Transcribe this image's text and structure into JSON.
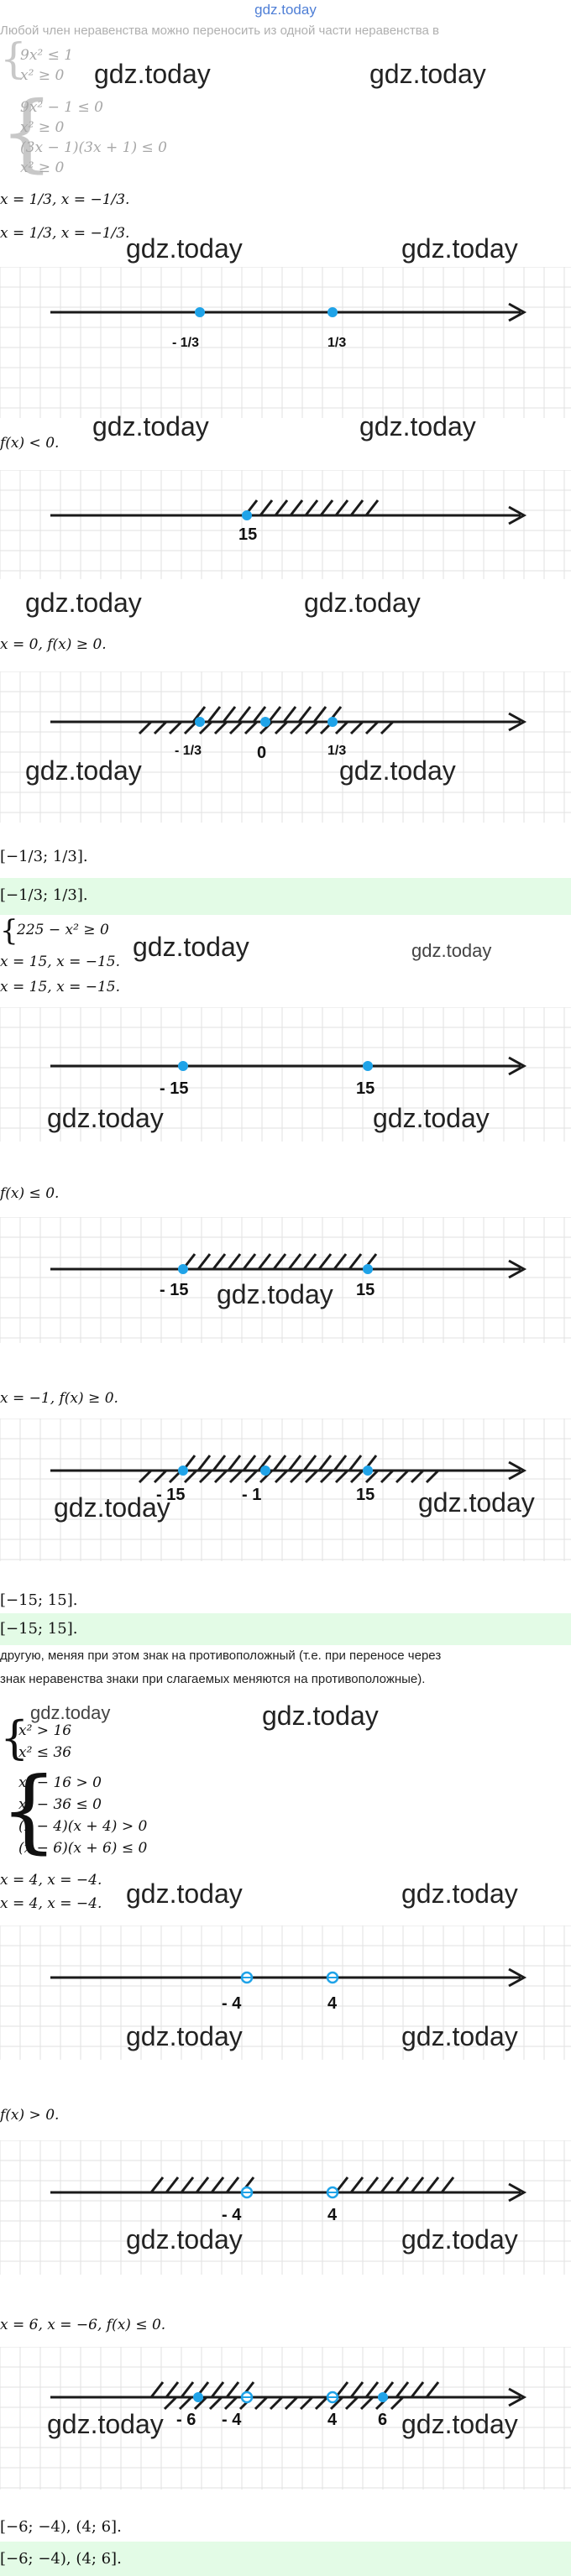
{
  "site": {
    "title": "gdz.today"
  },
  "watermark": "gdz.today",
  "colors": {
    "axis": "#1a1a1a",
    "point": "#1fa3e8",
    "grid": "#e2e2e2",
    "answer_bg": "#e3fbe6"
  },
  "rule_text_1": "Любой член неравенства можно переносить из одной части неравенства в",
  "part1": {
    "system_a": [
      "9x² ≤ 1",
      "x² ≥ 0"
    ],
    "system_b": [
      "9x² − 1 ≤ 0",
      "x² ≥ 0",
      "(3x − 1)(3x + 1) ≤ 0",
      "x² ≥ 0"
    ],
    "roots_line_1": "x = 1/3, x = −1/3.",
    "roots_line_2": "x = 1/3, x = −1/3.",
    "cond_1": "f(x) < 0.",
    "cond_2": "x = 0, f(x) ≥ 0.",
    "interval_1": "[−1/3; 1/3].",
    "answer": "[−1/3; 1/3].",
    "label_n13": "- 1/3",
    "label_p13": "1/3",
    "label_15": "15",
    "label_0": "0"
  },
  "part2": {
    "system": [
      "225 − x² ≥ 0"
    ],
    "roots_line_1": "x = 15, x = −15.",
    "roots_line_2": "x = 15, x = −15.",
    "cond_1": "f(x) ≤ 0.",
    "cond_2": "x = −1, f(x) ≥ 0.",
    "interval_1": "[−15; 15].",
    "answer": "[−15; 15].",
    "label_m15": "- 15",
    "label_15": "15",
    "label_m1": "- 1"
  },
  "rule_text_2": "другую, меняя при этом знак на противоположный (т.е. при переносе через",
  "rule_text_3": "знак неравенства знаки при слагаемых меняются на противоположные).",
  "part3": {
    "system_a": [
      "x² > 16",
      "x² ≤ 36"
    ],
    "system_b": [
      "x² − 16 > 0",
      "x² − 36 ≤ 0",
      "(x − 4)(x + 4) > 0",
      "(x − 6)(x + 6) ≤ 0"
    ],
    "roots_line_1": "x = 4, x = −4.",
    "roots_line_2": "x = 4, x = −4.",
    "cond_1": "f(x) > 0.",
    "cond_2": "x = 6, x = −6, f(x) ≤ 0.",
    "interval_1": "[−6; −4), (4; 6].",
    "answer": "[−6; −4), (4; 6].",
    "label_m4": "- 4",
    "label_4": "4",
    "label_m6": "- 6",
    "label_6": "6"
  }
}
